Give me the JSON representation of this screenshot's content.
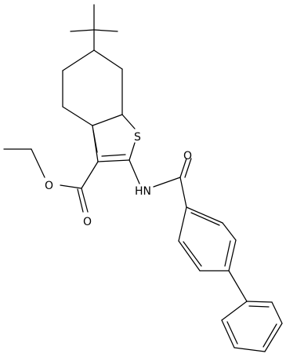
{
  "labels": {
    "sulfur": "S",
    "amide_nh": "HN",
    "amide_oxygen": "O",
    "ester_carbonyl_oxygen": "O",
    "ester_ether_oxygen": "O"
  },
  "colors": {
    "ink": "#000000",
    "background": "#ffffff"
  }
}
